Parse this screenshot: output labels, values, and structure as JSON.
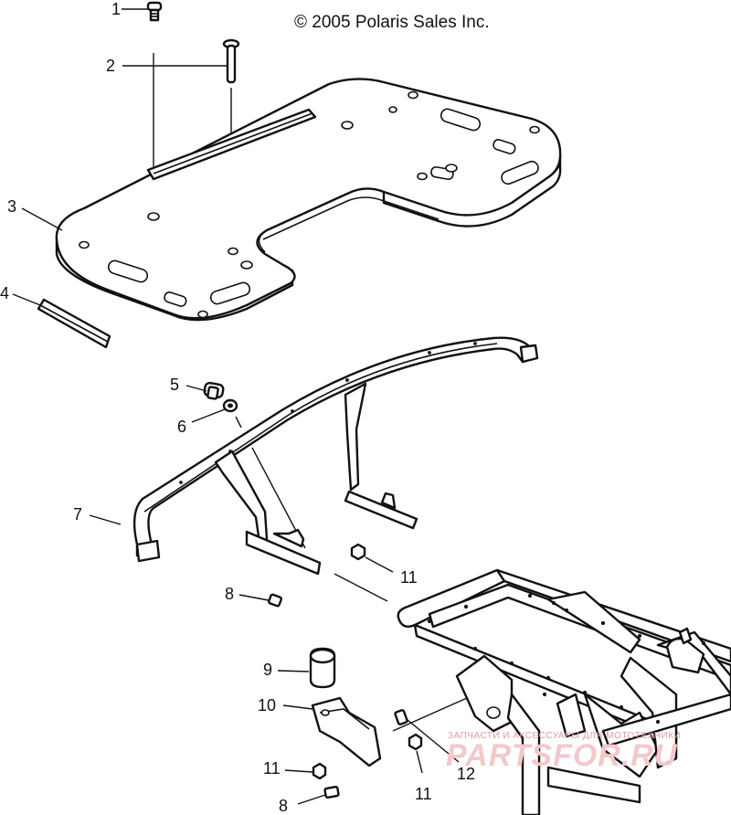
{
  "copyright": "© 2005 Polaris Sales Inc.",
  "callouts": [
    {
      "id": "1",
      "label": "1"
    },
    {
      "id": "2",
      "label": "2"
    },
    {
      "id": "3",
      "label": "3"
    },
    {
      "id": "4",
      "label": "4"
    },
    {
      "id": "5",
      "label": "5"
    },
    {
      "id": "6",
      "label": "6"
    },
    {
      "id": "7",
      "label": "7"
    },
    {
      "id": "8a",
      "label": "8"
    },
    {
      "id": "9",
      "label": "9"
    },
    {
      "id": "10",
      "label": "10"
    },
    {
      "id": "11a",
      "label": "11"
    },
    {
      "id": "11b",
      "label": "11"
    },
    {
      "id": "11c",
      "label": "11"
    },
    {
      "id": "12",
      "label": "12"
    },
    {
      "id": "8b",
      "label": "8"
    }
  ],
  "watermark": {
    "caption": "ЗАПЧАСТИ И АКСЕССУАРЫ ДЛЯ МОТОТЕХНИКИ",
    "brand": "PARTSFOR.RU",
    "color": "#f3c9c9"
  }
}
